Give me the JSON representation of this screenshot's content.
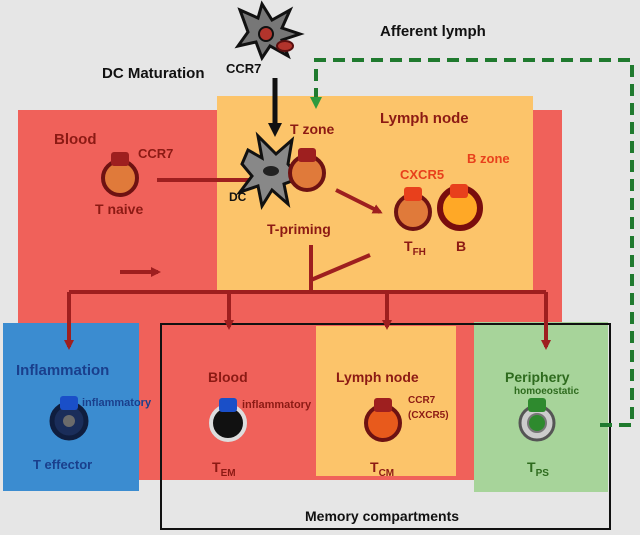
{
  "labels": {
    "afferent_lymph": "Afferent lymph",
    "dc_maturation": "DC Maturation",
    "ccr7_top": "CCR7",
    "t_zone": "T zone",
    "lymph_node_top": "Lymph node",
    "b_zone": "B zone",
    "blood_top": "Blood",
    "ccr7_naive": "CCR7",
    "t_naive": "T naive",
    "dc": "DC",
    "t_priming": "T-priming",
    "cxcr5": "CXCR5",
    "tfh_main": "T",
    "tfh_sub": "FH",
    "b_cell": "B",
    "inflammation": "Inflammation",
    "inflammatory_effector": "inflammatory",
    "t_effector": "T effector",
    "blood_mem": "Blood",
    "inflammatory_tem": "inflammatory",
    "tem_main": "T",
    "tem_sub": "EM",
    "lymph_node_mem": "Lymph node",
    "ccr7_tcm": "CCR7",
    "cxcr5_tcm": "(CXCR5)",
    "tcm_main": "T",
    "tcm_sub": "CM",
    "periphery": "Periphery",
    "homoeostatic": "homoeostatic",
    "tps_main": "T",
    "tps_sub": "PS",
    "memory_compartments": "Memory compartments"
  },
  "colors": {
    "background": "#e6e6e6",
    "blood_region": "#f0615a",
    "lymph_node_region": "#fcc46a",
    "inflammation_box": "#3b8cd0",
    "periphery_box": "#a7d49a",
    "arrow_dark_red": "#9e1f1f",
    "label_dark_red": "#8c1a14",
    "label_orange_red": "#e8401c",
    "afferent_dashed": "#1f7a2e",
    "navy_text": "#1a3f8c"
  }
}
